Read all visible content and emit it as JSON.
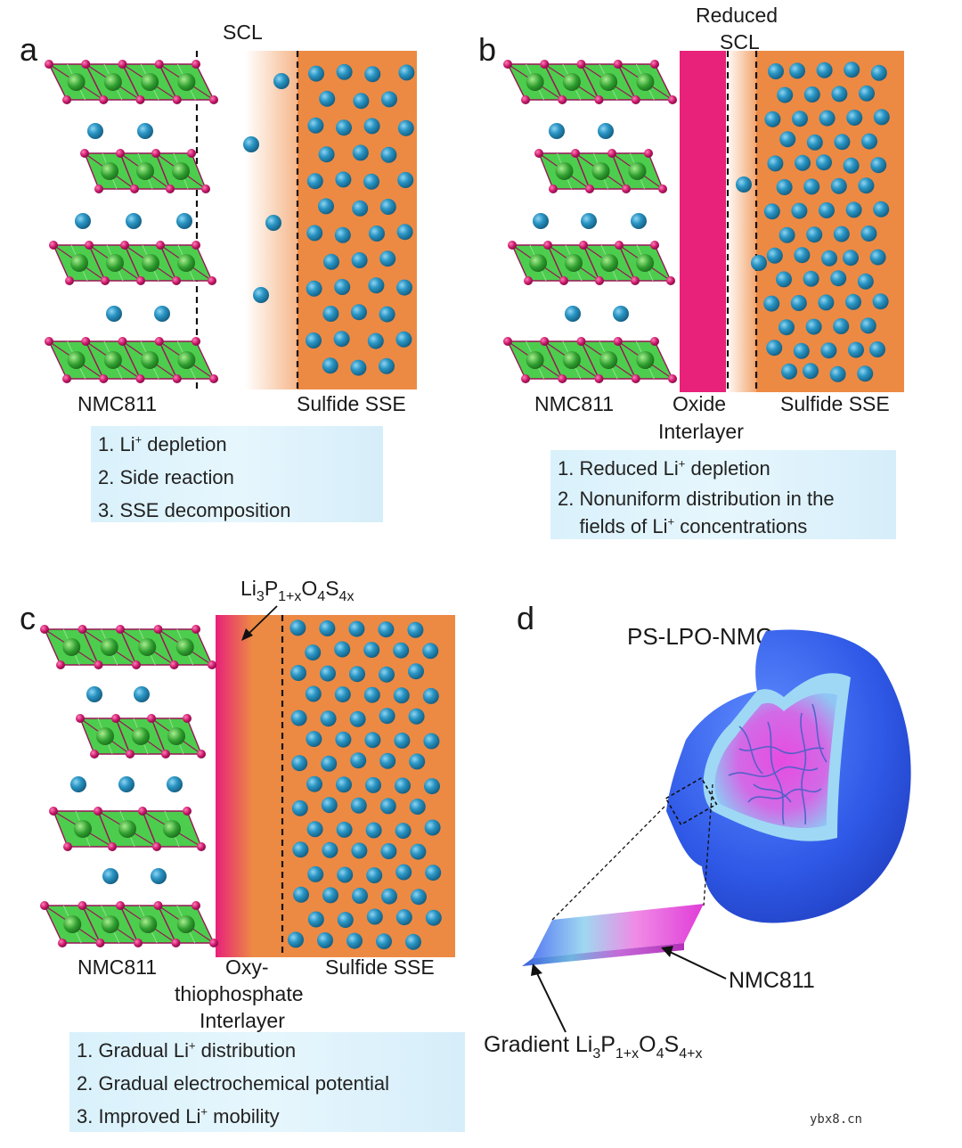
{
  "panels": {
    "a": {
      "letter": "a",
      "scl_label": "SCL",
      "nmc_label": "NMC811",
      "sse_label": "Sulfide SSE",
      "notes": [
        {
          "pre": "1. Li",
          "sup": "+",
          "post": " depletion"
        },
        {
          "pre": "2. Side reaction",
          "sup": "",
          "post": ""
        },
        {
          "pre": "3. SSE decomposition",
          "sup": "",
          "post": ""
        }
      ]
    },
    "b": {
      "letter": "b",
      "scl_label_line1": "Reduced",
      "scl_label_line2": "SCL",
      "nmc_label": "NMC811",
      "interlayer_line1": "Oxide",
      "interlayer_line2": "Interlayer",
      "sse_label": "Sulfide SSE",
      "notes": [
        {
          "pre": "1. Reduced Li",
          "sup": "+",
          "post": " depletion"
        },
        {
          "pre": "2. Nonuniform distribution in the",
          "sup": "",
          "post": ""
        },
        {
          "pre": "    fields of Li",
          "sup": "+",
          "post": " concentrations"
        }
      ]
    },
    "c": {
      "letter": "c",
      "formula": {
        "li": "Li",
        "li_sub": "3",
        "p": "P",
        "p_sub": "1+x",
        "o": "O",
        "o_sub": "4",
        "s": "S",
        "s_sub": "4x"
      },
      "nmc_label": "NMC811",
      "interlayer_line1": "Oxy-",
      "interlayer_line2": "thiophosphate",
      "interlayer_line3": "Interlayer",
      "sse_label": "Sulfide SSE",
      "notes": [
        {
          "pre": "1. Gradual Li",
          "sup": "+",
          "post": " distribution"
        },
        {
          "pre": "2. Gradual electrochemical potential",
          "sup": "",
          "post": ""
        },
        {
          "pre": "3. Improved Li",
          "sup": "+",
          "post": " mobility"
        }
      ]
    },
    "d": {
      "letter": "d",
      "title": "PS-LPO-NMC",
      "nmc_label": "NMC811",
      "gradient_prefix": "Gradient ",
      "formula": {
        "li": "Li",
        "li_sub": "3",
        "p": "P",
        "p_sub": "1+x",
        "o": "O",
        "o_sub": "4",
        "s": "S",
        "s_sub": "4+x"
      }
    }
  },
  "watermark": "ybx8.cn",
  "colors": {
    "sse_orange": "#ec8a44",
    "interlayer_pink": "#e8217a",
    "li_ion_blue": "#1f86b4",
    "nmc_green": "#4fcd4f",
    "oxygen_magenta": "#c8166a",
    "note_box": "#dcf2fb"
  }
}
